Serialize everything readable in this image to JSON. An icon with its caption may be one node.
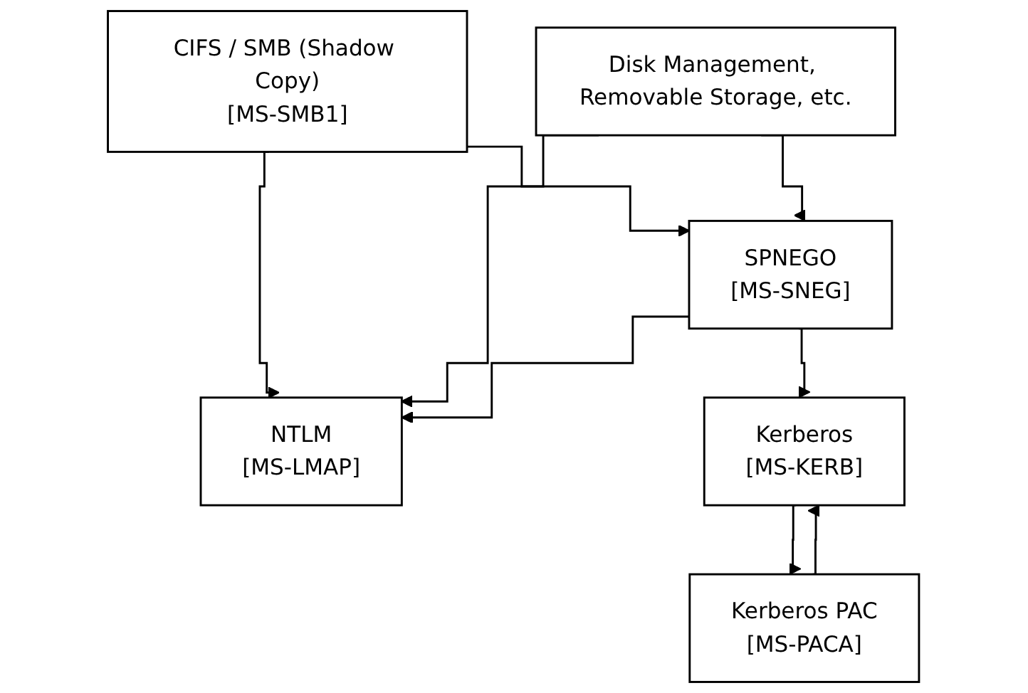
{
  "diagram": {
    "nodes": [
      {
        "text": [
          "CIFS / SMB (Shadow Copy)",
          "[MS-SMB1]"
        ]
      },
      {
        "text": [
          "Disk Management, Removable Storage, etc."
        ]
      },
      {
        "text": [
          "SPNEGO",
          "[MS-SNEG]"
        ]
      },
      {
        "text": [
          "NTLM",
          "[MS-LMAP]"
        ]
      },
      {
        "text": [
          "Kerberos",
          "[MS-KERB]"
        ]
      },
      {
        "text": [
          "Kerberos PAC",
          "[MS-PACA]"
        ]
      }
    ],
    "edges": [
      {
        "from": 0,
        "to": 3,
        "arrow": "to"
      },
      {
        "from": 0,
        "to": 2,
        "arrow": "to"
      },
      {
        "from": 1,
        "to": 3,
        "arrow": "to"
      },
      {
        "from": 1,
        "to": 2,
        "arrow": "to"
      },
      {
        "from": 2,
        "to": 3,
        "arrow": "to"
      },
      {
        "from": 2,
        "to": 4,
        "arrow": "to"
      },
      {
        "from": 4,
        "to": 5,
        "arrow": "to"
      },
      {
        "from": 5,
        "to": 4,
        "arrow": "to"
      }
    ]
  }
}
